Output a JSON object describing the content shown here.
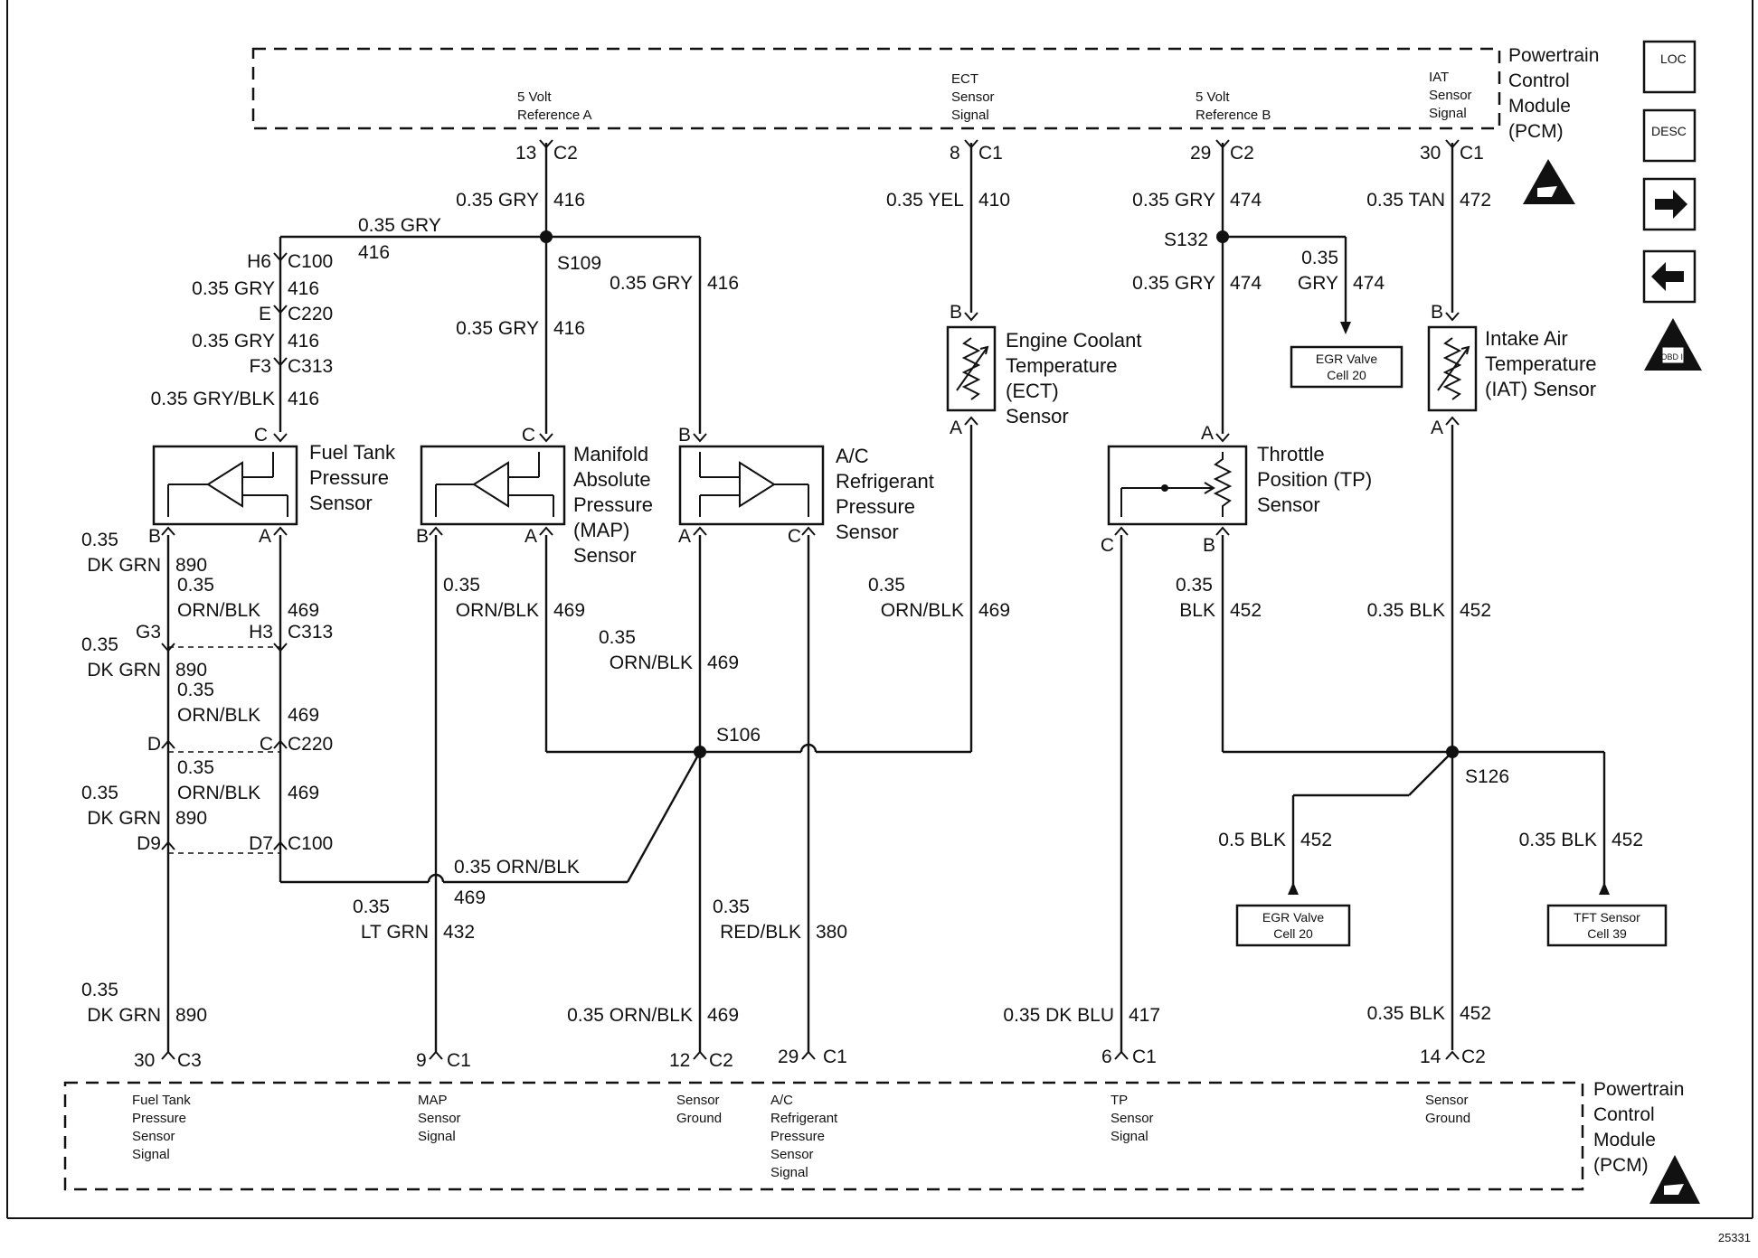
{
  "pcm": {
    "title_lines": [
      "Powertrain",
      "Control",
      "Module",
      "(PCM)"
    ],
    "top_signals": {
      "ref_a": [
        "5 Volt",
        "Reference A"
      ],
      "ect": [
        "ECT",
        "Sensor",
        "Signal"
      ],
      "ref_b": [
        "5 Volt",
        "Reference B"
      ],
      "iat": [
        "IAT",
        "Sensor",
        "Signal"
      ]
    },
    "bottom_signals": {
      "fuel_tank": [
        "Fuel Tank",
        "Pressure",
        "Sensor",
        "Signal"
      ],
      "map": [
        "MAP",
        "Sensor",
        "Signal"
      ],
      "sensor_ground_1": [
        "Sensor",
        "Ground"
      ],
      "ac": [
        "A/C",
        "Refrigerant",
        "Pressure",
        "Sensor",
        "Signal"
      ],
      "tp": [
        "TP",
        "Sensor",
        "Signal"
      ],
      "sensor_ground_2": [
        "Sensor",
        "Ground"
      ]
    }
  },
  "pcm_pins": {
    "top": [
      {
        "pin": "13",
        "conn": "C2"
      },
      {
        "pin": "8",
        "conn": "C1"
      },
      {
        "pin": "29",
        "conn": "C2"
      },
      {
        "pin": "30",
        "conn": "C1"
      }
    ],
    "bottom": [
      {
        "pin": "30",
        "conn": "C3"
      },
      {
        "pin": "9",
        "conn": "C1"
      },
      {
        "pin": "12",
        "conn": "C2"
      },
      {
        "pin": "29",
        "conn": "C1"
      },
      {
        "pin": "6",
        "conn": "C1"
      },
      {
        "pin": "14",
        "conn": "C2"
      }
    ]
  },
  "wires": {
    "gry_a": {
      "gauge": "0.35 GRY",
      "circuit": "416"
    },
    "gry_branch": {
      "gauge": "0.35 GRY",
      "circuit": "416"
    },
    "gry_h6": {
      "gauge": "0.35 GRY",
      "circuit": "416"
    },
    "gry_e": {
      "gauge": "0.35 GRY",
      "circuit": "416"
    },
    "gry_blk": {
      "gauge": "0.35 GRY/BLK",
      "circuit": "416"
    },
    "gry_map": {
      "gauge": "0.35 GRY",
      "circuit": "416"
    },
    "gry_ac": {
      "gauge": "0.35 GRY",
      "circuit": "416"
    },
    "yel": {
      "gauge": "0.35 YEL",
      "circuit": "410"
    },
    "gry_b": {
      "gauge": "0.35 GRY",
      "circuit": "474"
    },
    "gry_tp": {
      "gauge": "0.35 GRY",
      "circuit": "474"
    },
    "gry_egr": {
      "gauge": [
        "0.35",
        "GRY"
      ],
      "circuit": "474"
    },
    "tan": {
      "gauge": "0.35 TAN",
      "circuit": "472"
    },
    "dkgrn_1": {
      "gauge": [
        "0.35",
        "DK GRN"
      ],
      "circuit": "890"
    },
    "orn_1": {
      "gauge": [
        "0.35",
        "ORN/BLK"
      ],
      "circuit": "469"
    },
    "dkgrn_2": {
      "gauge": [
        "0.35",
        "DK GRN"
      ],
      "circuit": "890"
    },
    "orn_2": {
      "gauge": [
        "0.35",
        "ORN/BLK"
      ],
      "circuit": "469"
    },
    "orn_3": {
      "gauge": [
        "0.35",
        "ORN/BLK"
      ],
      "circuit": "469"
    },
    "dkgrn_3": {
      "gauge": [
        "0.35",
        "DK GRN"
      ],
      "circuit": "890"
    },
    "orn_map": {
      "gauge": [
        "0.35",
        "ORN/BLK"
      ],
      "circuit": "469"
    },
    "orn_ac": {
      "gauge": [
        "0.35",
        "ORN/BLK"
      ],
      "circuit": "469"
    },
    "orn_ect": {
      "gauge": [
        "0.35",
        "ORN/BLK"
      ],
      "circuit": "469"
    },
    "orn_bottom": {
      "gauge": "0.35 ORN/BLK",
      "circuit": "469"
    },
    "ltgrn": {
      "gauge": [
        "0.35",
        "LT GRN"
      ],
      "circuit": "432"
    },
    "redblk": {
      "gauge": [
        "0.35",
        "RED/BLK"
      ],
      "circuit": "380"
    },
    "orn_ground": {
      "gauge": "0.35 ORN/BLK",
      "circuit": "469"
    },
    "dkgrn_bottom": {
      "gauge": [
        "0.35",
        "DK GRN"
      ],
      "circuit": "890"
    },
    "blk_tp": {
      "gauge": [
        "0.35",
        "BLK"
      ],
      "circuit": "452"
    },
    "blk_iat": {
      "gauge": "0.35 BLK",
      "circuit": "452"
    },
    "blk_egr": {
      "gauge": "0.5 BLK",
      "circuit": "452"
    },
    "blk_tft": {
      "gauge": "0.35 BLK",
      "circuit": "452"
    },
    "blk_ground": {
      "gauge": "0.35 BLK",
      "circuit": "452"
    },
    "dkblu": {
      "gauge": "0.35 DK BLU",
      "circuit": "417"
    }
  },
  "splices": {
    "s109": "S109",
    "s106": "S106",
    "s132": "S132",
    "s126": "S126"
  },
  "connectors": {
    "h6": "H6",
    "c100a": "C100",
    "e": "E",
    "c220a": "C220",
    "f3": "F3",
    "c313a": "C313",
    "g3": "G3",
    "h3": "H3",
    "c313b": "C313",
    "d": "D",
    "c": "C",
    "c220b": "C220",
    "d9": "D9",
    "d7": "D7",
    "c100b": "C100"
  },
  "components": {
    "fuel_tank": {
      "name": [
        "Fuel Tank",
        "Pressure",
        "Sensor"
      ],
      "pins": {
        "top": "C",
        "left": "B",
        "right": "A"
      }
    },
    "map": {
      "name": [
        "Manifold",
        "Absolute",
        "Pressure",
        "(MAP)",
        "Sensor"
      ],
      "pins": {
        "top": "C",
        "left": "B",
        "right": "A"
      }
    },
    "ac": {
      "name": [
        "A/C",
        "Refrigerant",
        "Pressure",
        "Sensor"
      ],
      "pins": {
        "top": "B",
        "left": "A",
        "right": "C"
      }
    },
    "ect": {
      "name": [
        "Engine Coolant",
        "Temperature",
        "(ECT)",
        "Sensor"
      ],
      "pins": {
        "top": "B",
        "bottom": "A"
      }
    },
    "tp": {
      "name": [
        "Throttle",
        "Position (TP)",
        "Sensor"
      ],
      "pins": {
        "top": "A",
        "left": "C",
        "right": "B"
      }
    },
    "iat": {
      "name": [
        "Intake Air",
        "Temperature",
        "(IAT) Sensor"
      ],
      "pins": {
        "top": "B",
        "bottom": "A"
      }
    }
  },
  "cell_refs": {
    "egr_top": [
      "EGR Valve",
      "Cell 20"
    ],
    "egr_bottom": [
      "EGR Valve",
      "Cell 20"
    ],
    "tft": [
      "TFT Sensor",
      "Cell 39"
    ]
  },
  "sidebar": {
    "loc": "LOC",
    "desc": "DESC",
    "obd": "OBD II"
  },
  "figure_number": "25331"
}
